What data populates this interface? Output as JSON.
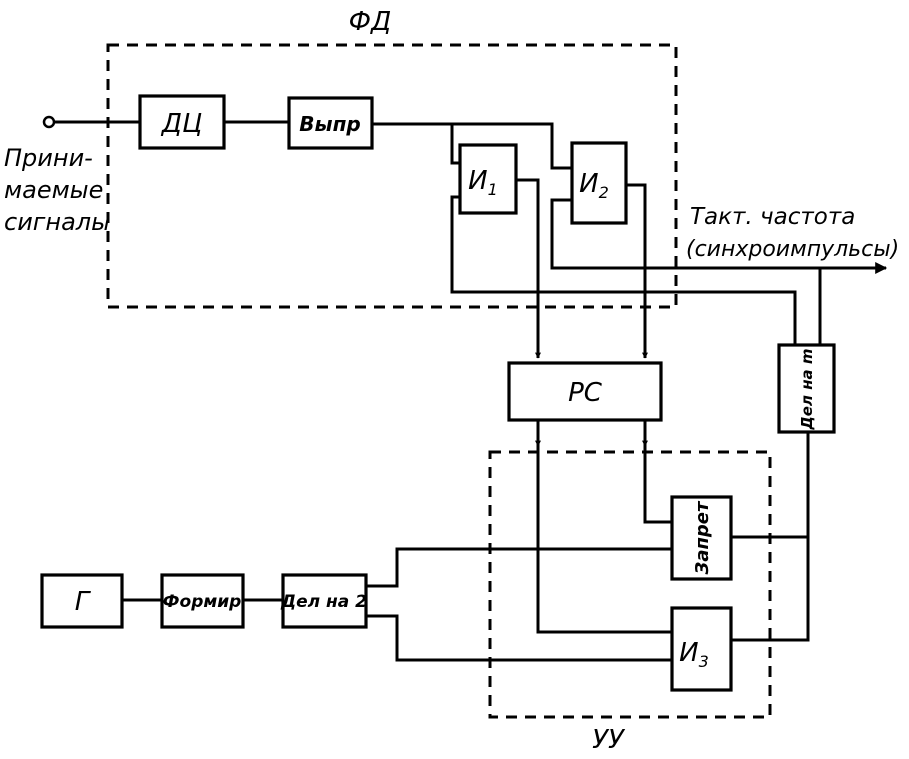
{
  "groups": {
    "fd": "ФД",
    "uu": "УУ"
  },
  "blocks": {
    "dc": "ДЦ",
    "rect": "Выпр",
    "and1": "И",
    "and1_sub": "1",
    "and2": "И",
    "and2_sub": "2",
    "rs": "РС",
    "div_m": "Дел на m",
    "gen": "Г",
    "shaper": "Формир",
    "div2": "Дел на 2",
    "inhibit": "Запрет",
    "and3": "И",
    "and3_sub": "3"
  },
  "labels": {
    "input_line1": "Прини-",
    "input_line2": "маемые",
    "input_line3": "сигналы",
    "output_line1": "Такт. частота",
    "output_line2": "(синхроимпульсы)"
  }
}
